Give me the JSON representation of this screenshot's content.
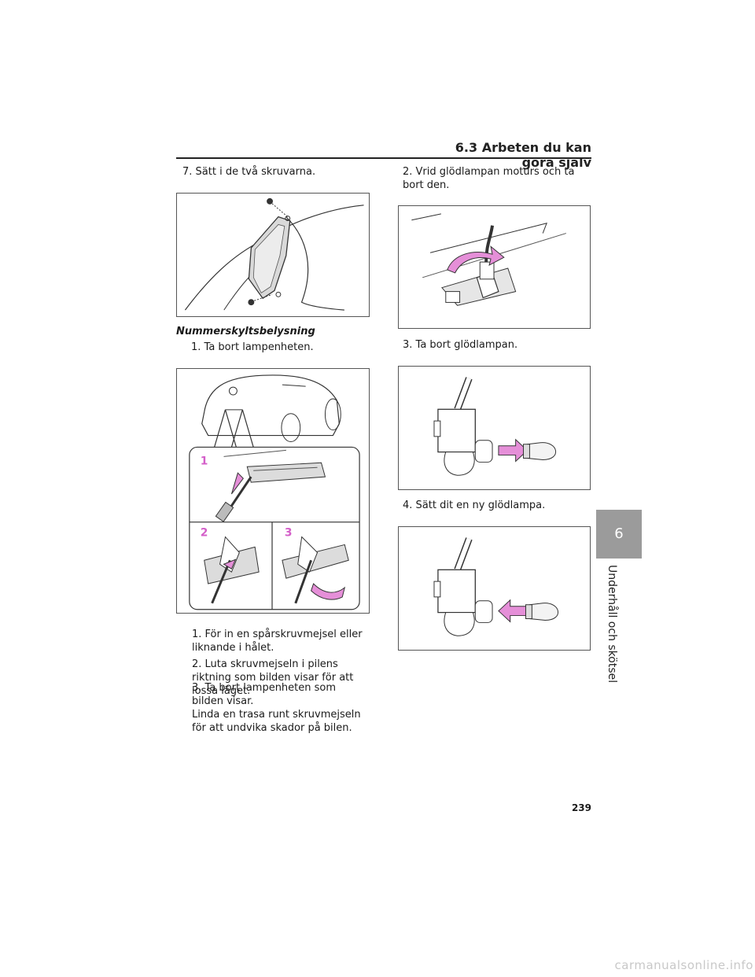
{
  "header": {
    "section": "6.3 Arbeten du kan göra själv"
  },
  "side_tab": {
    "number": "6",
    "label": "Underhåll och skötsel"
  },
  "left": {
    "step7": "7. Sätt i de två skruvarna.",
    "subheading": "Nummerskyltsbelysning",
    "step1": "1. Ta bort lampenheten.",
    "figure_callouts": [
      "1",
      "2",
      "3"
    ],
    "instructions": [
      "1. För in en spårskruvmejsel eller liknande i hålet.",
      "2. Luta skruvmejseln i pilens riktning som bilden visar för att lossa läget.",
      "3. Ta bort lampenheten som bilden visar.",
      "Linda en trasa runt skruvmejseln för att undvika skador på bilen."
    ]
  },
  "right": {
    "step2": "2. Vrid glödlampan moturs och ta bort den.",
    "step3": "3. Ta bort glödlampan.",
    "step4": "4. Sätt dit en ny glödlampa."
  },
  "page_number": "239",
  "watermark": "carmanualsonline.info",
  "colors": {
    "accent_arrow": "#e58fd8",
    "callout": "#d45fc9",
    "tab": "#9b9b9b"
  }
}
